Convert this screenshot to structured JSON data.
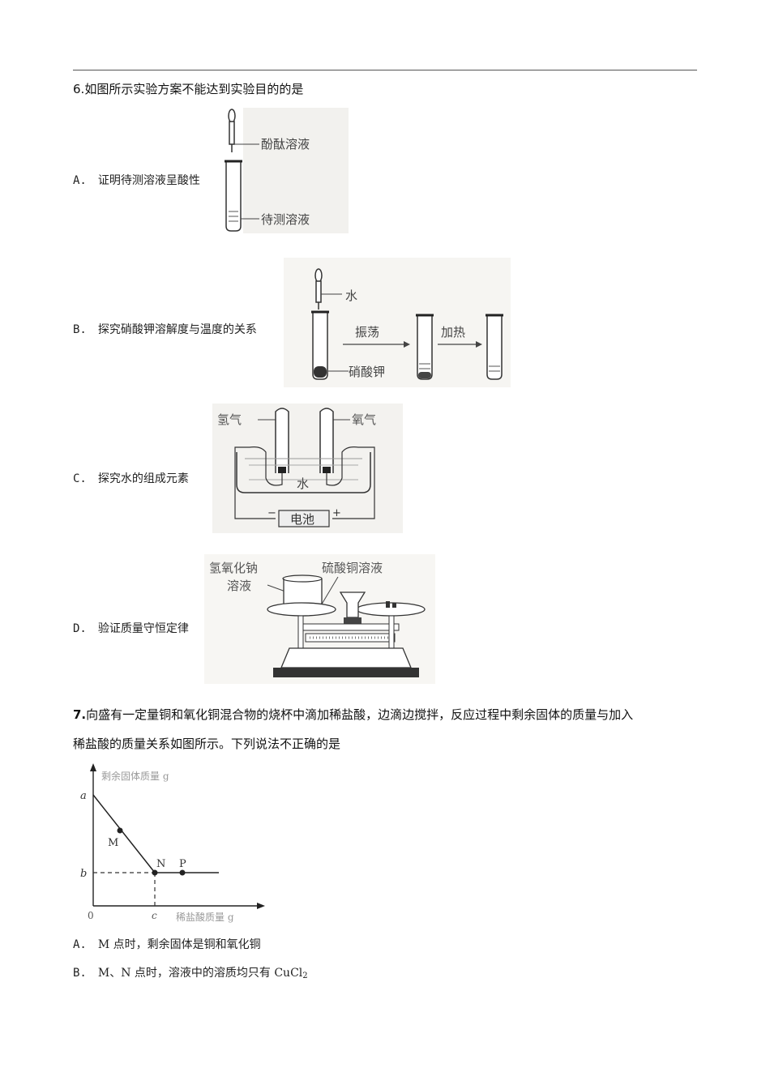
{
  "q6": {
    "number": "6.",
    "stem": "如图所示实验方案不能达到实验目的的是",
    "options": [
      {
        "letter": "A.",
        "text": "证明待测溶液呈酸性",
        "figure": {
          "labels": [
            "酚酞溶液",
            "待测溶液"
          ]
        }
      },
      {
        "letter": "B.",
        "text": "探究硝酸钾溶解度与温度的关系",
        "figure": {
          "labels": [
            "水",
            "振荡",
            "加热",
            "硝酸钾"
          ]
        }
      },
      {
        "letter": "C.",
        "text": "探究水的组成元素",
        "figure": {
          "labels": [
            "氢气",
            "氧气",
            "水",
            "电池",
            "−",
            "+"
          ]
        }
      },
      {
        "letter": "D.",
        "text": "验证质量守恒定律",
        "figure": {
          "labels": [
            "氢氧化钠",
            "溶液",
            "硫酸铜溶液"
          ]
        }
      }
    ]
  },
  "q7": {
    "number": "7.",
    "stem_line1": "向盛有一定量铜和氧化铜混合物的烧杯中滴加稀盐酸，边滴边搅拌，反应过程中剩余固体的质量与加入",
    "stem_line2": "稀盐酸的质量关系如图所示。下列说法不正确的是",
    "options": [
      {
        "letter": "A.",
        "text": "M 点时，剩余固体是铜和氧化铜"
      },
      {
        "letter": "B.",
        "text": "M、N 点时，溶液中的溶质均只有 CuCl",
        "subscript": "2"
      }
    ]
  },
  "chart_data": {
    "type": "line",
    "title": "",
    "xlabel": "稀盐酸质量 g",
    "ylabel": "剩余固体质量 g",
    "x_ticks": [
      "0",
      "c"
    ],
    "y_ticks": [
      "a",
      "b"
    ],
    "points": [
      {
        "label": "",
        "x": "0",
        "y": "a"
      },
      {
        "label": "M",
        "x": "between 0 and c",
        "y": "between a and b"
      },
      {
        "label": "N",
        "x": "c",
        "y": "b"
      },
      {
        "label": "P",
        "x": "beyond c",
        "y": "b"
      }
    ],
    "series": [
      {
        "name": "剩余固体质量",
        "segments": [
          "linear decrease from (0,a) to (c,b)",
          "horizontal at b after c"
        ]
      }
    ],
    "guides": [
      "dashed horizontal from b to N",
      "dashed vertical from c to N"
    ],
    "grid": false,
    "legend": "none"
  }
}
